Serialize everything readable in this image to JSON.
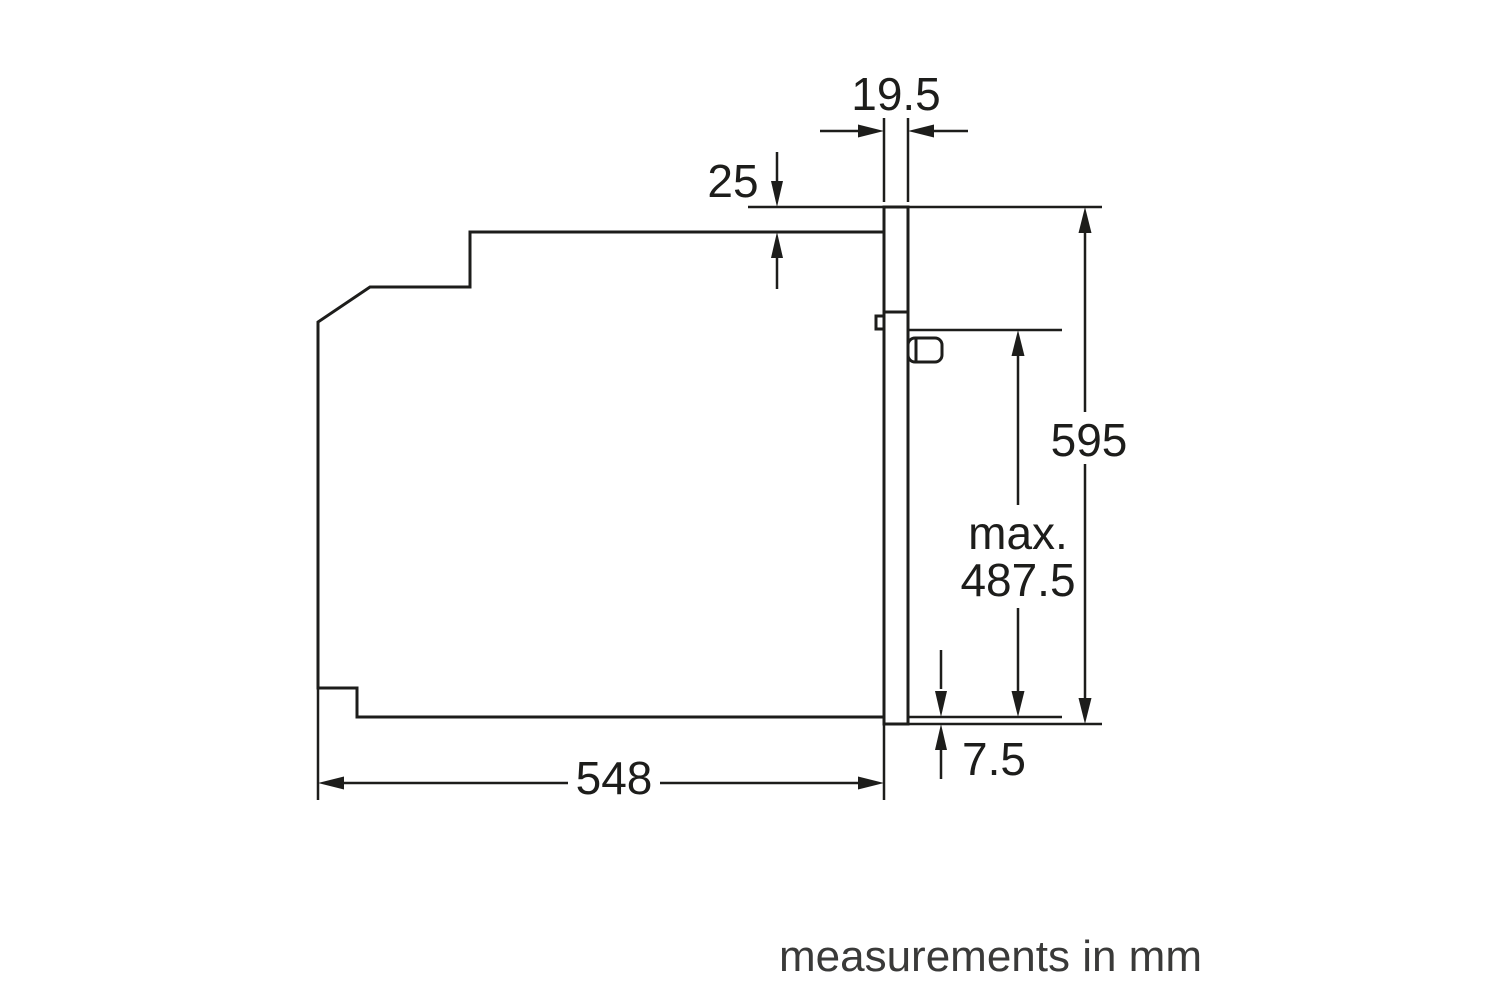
{
  "diagram": {
    "subject": "built-in-oven-side-profile-installation-drawing",
    "units_note": "measurements in mm",
    "dimensions": {
      "door_protrusion_mm": "19.5",
      "top_clearance_mm": "25",
      "front_height_mm": "595",
      "max_prefix": "max.",
      "max_depth_mm": "487.5",
      "bottom_overhang_mm": "7.5",
      "body_depth_mm": "548"
    },
    "colors": {
      "line": "#1d1d1b",
      "background": "#ffffff",
      "note_text": "#3a3a39"
    }
  }
}
